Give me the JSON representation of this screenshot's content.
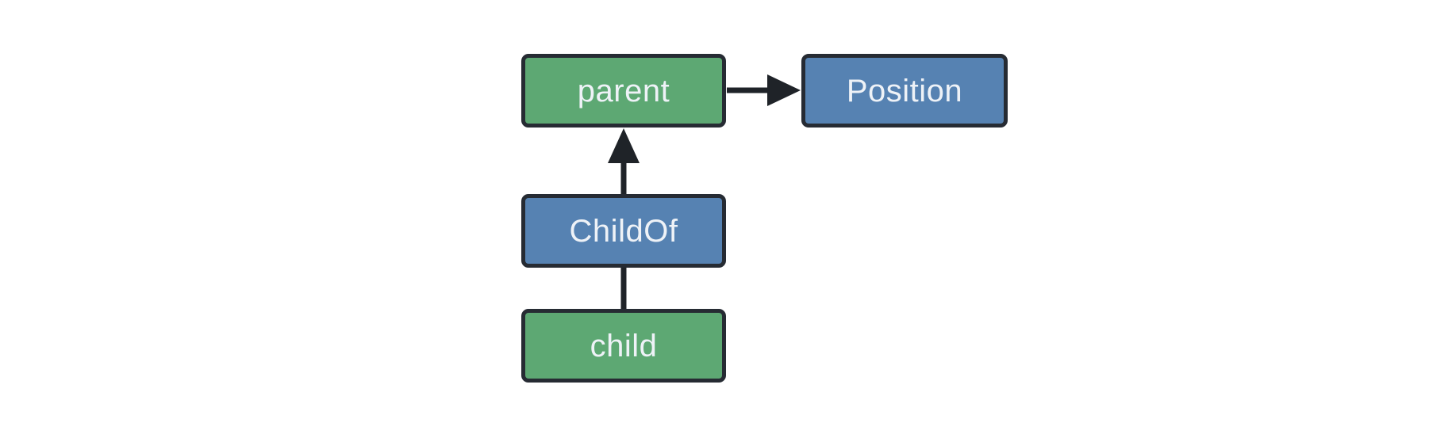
{
  "diagram": {
    "nodes": {
      "parent": {
        "label": "parent"
      },
      "position": {
        "label": "Position"
      },
      "childof": {
        "label": "ChildOf"
      },
      "child": {
        "label": "child"
      }
    },
    "edges": [
      {
        "from": "parent",
        "to": "Position",
        "arrowhead": "triangle",
        "direction": "right"
      },
      {
        "from": "ChildOf",
        "to": "parent",
        "arrowhead": "triangle",
        "direction": "up"
      },
      {
        "from": "child",
        "to": "ChildOf",
        "arrowhead": "none",
        "direction": "up"
      }
    ]
  },
  "colors": {
    "entity_fill": "#5da873",
    "component_fill": "#5682b2",
    "node_outline": "#262b33",
    "node_text": "#eef2f7",
    "edge": "#1f2328",
    "background": "#ffffff"
  }
}
